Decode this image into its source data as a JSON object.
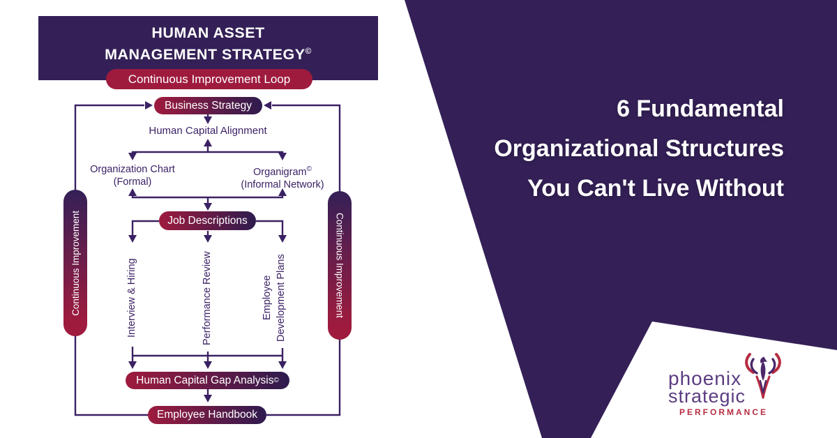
{
  "colors": {
    "purple": "#342057",
    "crimson": "#9e1b3e",
    "line_purple": "#3a2163",
    "logo_purple": "#5b3c82",
    "logo_red": "#b62c42"
  },
  "hero": {
    "title_lines": [
      "6 Fundamental",
      "Organizational Structures",
      "You Can't Live Without"
    ]
  },
  "diagram": {
    "header": {
      "line1": "HUMAN ASSET",
      "line2": "MANAGEMENT STRATEGY",
      "superscript": "©"
    },
    "loop_pill_label": "Continuous Improvement Loop",
    "nodes": {
      "business_strategy": "Business Strategy",
      "human_capital_alignment": "Human Capital Alignment",
      "org_chart_line1": "Organization Chart",
      "org_chart_line2": "(Formal)",
      "organigram_line1": "Organigram",
      "organigram_superscript": "©",
      "organigram_line2": "(Informal Network)",
      "job_descriptions": "Job Descriptions",
      "interview_hiring": "Interview & Hiring",
      "performance_review": "Performance Review",
      "employee_dev_line1": "Employee",
      "employee_dev_line2": "Development Plans",
      "gap_analysis": "Human Capital Gap Analysis",
      "gap_analysis_superscript": "©",
      "employee_handbook": "Employee Handbook"
    },
    "side_pills": {
      "left": "Continuous Improvement",
      "right": "Continuous Improvement"
    }
  },
  "logo": {
    "name_line1": "phoenix",
    "name_line2": "strategic",
    "tagline": "PERFORMANCE"
  }
}
